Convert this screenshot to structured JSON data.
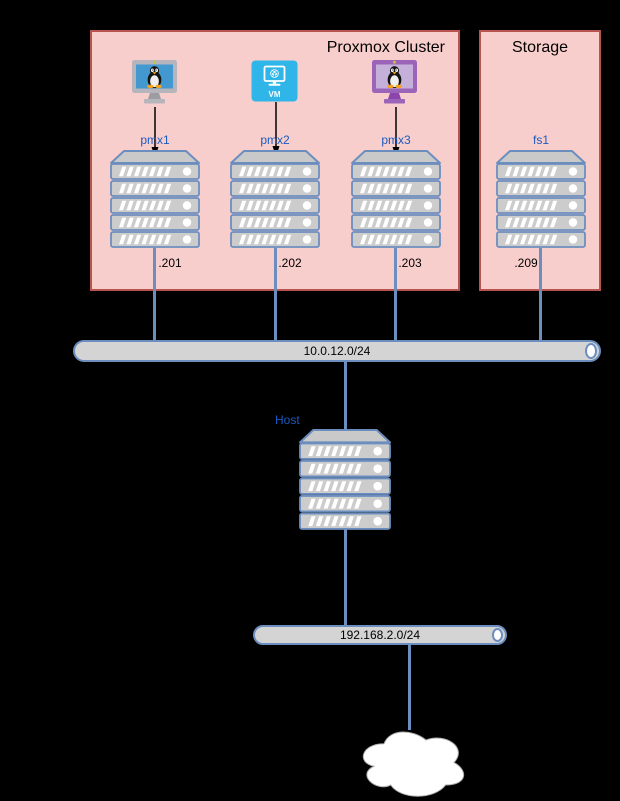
{
  "diagram": {
    "background": "#000000",
    "groups": {
      "cluster": {
        "title": "Proxmox Cluster",
        "fill": "#F8CECC",
        "stroke": "#B85450"
      },
      "storage": {
        "title": "Storage",
        "fill": "#F8CECC",
        "stroke": "#B85450"
      }
    },
    "nodes": {
      "pmx1": {
        "label": "pmx1",
        "ip": ".201",
        "icon": "linux-monitor-icon"
      },
      "pmx2": {
        "label": "pmx2",
        "ip": ".202",
        "icon": "vm-icon",
        "icon_text": "VM"
      },
      "pmx3": {
        "label": "pmx3",
        "ip": ".203",
        "icon": "linux-monitor-icon"
      },
      "fs1": {
        "label": "fs1",
        "ip": ".209"
      },
      "host": {
        "label": "Host"
      }
    },
    "networks": {
      "lan": {
        "label": "10.0.12.0/24"
      },
      "home": {
        "label": "192.168.2.0/24"
      }
    },
    "internet": {
      "name": "internet-cloud"
    },
    "colors": {
      "connector": "#6C8EBF",
      "node_label_blue": "#1B5AC2",
      "server_fill": "#CCCCCC",
      "server_stroke": "#6C8EBF",
      "bus_fill": "#D4D4D4",
      "vm_icon_fill": "#2FB5E8",
      "monitor_screen_blue": "#4398D0",
      "monitor_frame_purple": "#9C64B8",
      "text": "#000000"
    }
  }
}
